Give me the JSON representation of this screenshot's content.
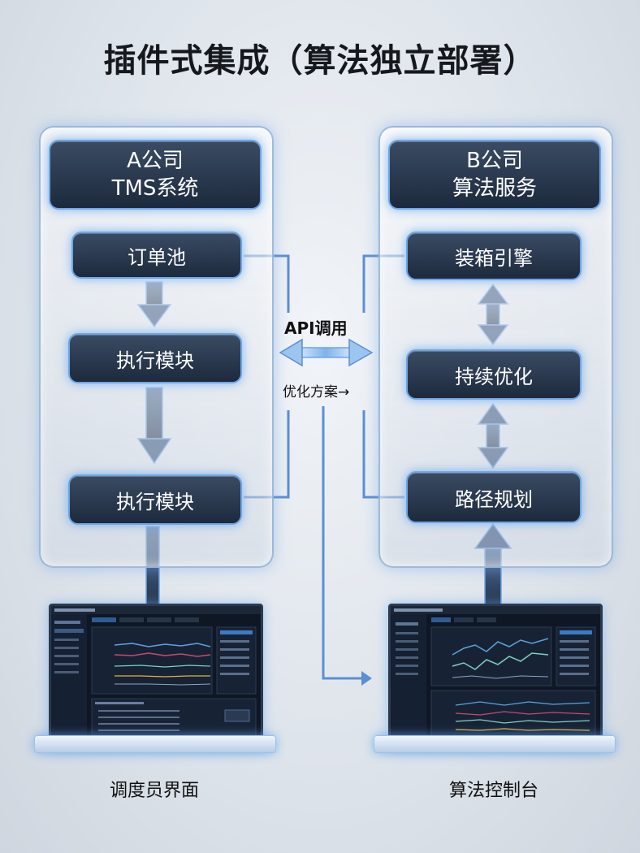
{
  "title": "插件式集成（算法独立部署）",
  "company_a": {
    "header_line1": "A公司",
    "header_line2": "TMS系统",
    "nodes": [
      "订单池",
      "执行模块",
      "执行模块"
    ]
  },
  "company_b": {
    "header_line1": "B公司",
    "header_line2": "算法服务",
    "nodes": [
      "装箱引擎",
      "持续优化",
      "路径规划"
    ]
  },
  "middle": {
    "api_label": "API调用",
    "optimize_label": "优化方案→"
  },
  "bottom": {
    "left_label": "调度员界面",
    "right_label": "算法控制台"
  },
  "colors": {
    "accent": "#6ea6e6",
    "box_fill": "#1d2a3d",
    "connector": "#5c8fd0"
  }
}
